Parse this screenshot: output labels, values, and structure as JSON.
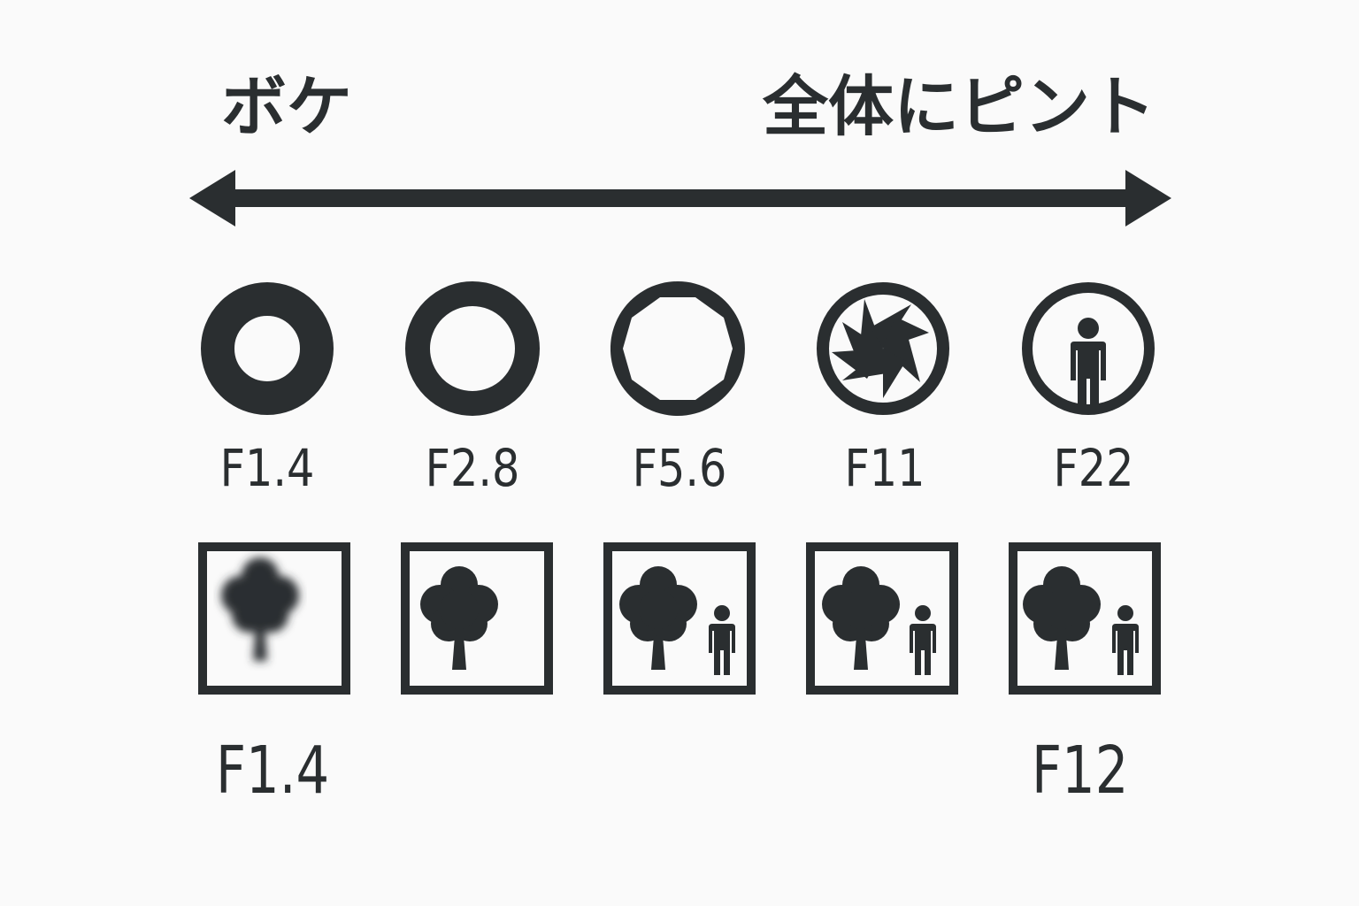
{
  "header": {
    "left_label": "ボケ",
    "right_label": "全体にピント"
  },
  "scale_arrow": {
    "direction": "bidirectional",
    "icon": "double-arrow-icon"
  },
  "colors": {
    "ink": "#2a2e30",
    "background": "#fafafa"
  },
  "apertures": [
    {
      "label": "F1.4",
      "icon": "aperture-wide-open-icon"
    },
    {
      "label": "F2.8",
      "icon": "aperture-open-icon"
    },
    {
      "label": "F5.6",
      "icon": "aperture-octagon-icon"
    },
    {
      "label": "F11",
      "icon": "aperture-shutter-blades-icon"
    },
    {
      "label": "F22",
      "icon": "person-in-circle-icon"
    }
  ],
  "scenes": [
    {
      "icon": "blurred-tree-icon"
    },
    {
      "icon": "sharp-tree-icon"
    },
    {
      "icon": "tree-and-person-icon"
    },
    {
      "icon": "tree-and-person-icon"
    },
    {
      "icon": "tree-and-person-icon"
    }
  ],
  "bottom_labels": {
    "left": "F1.4",
    "right": "F12"
  }
}
